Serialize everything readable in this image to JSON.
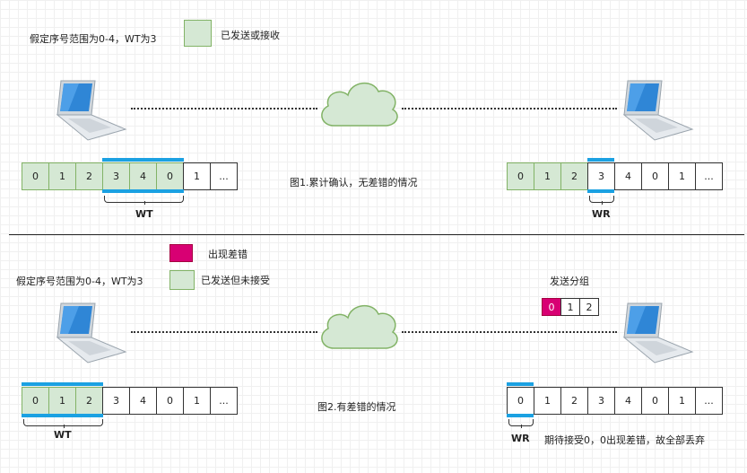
{
  "top": {
    "range_text": "假定序号范围为0-4，WT为3",
    "legend_label": "已发送或接收",
    "caption": "图1.累计确认，无差错的情况",
    "sender_cells": [
      "0",
      "1",
      "2",
      "3",
      "4",
      "0",
      "1",
      "..."
    ],
    "receiver_cells": [
      "0",
      "1",
      "2",
      "3",
      "4",
      "0",
      "1",
      "..."
    ],
    "wt_label": "WT",
    "wr_label": "WR"
  },
  "bottom": {
    "error_legend": "出现差错",
    "range_text": "假定序号范围为0-4，WT为3",
    "legend_label": "已发送但未接受",
    "caption": "图2.有差错的情况",
    "sent_group_label": "发送分组",
    "group_cells": [
      "0",
      "1",
      "2"
    ],
    "sender_cells": [
      "0",
      "1",
      "2",
      "3",
      "4",
      "0",
      "1",
      "..."
    ],
    "receiver_cells": [
      "0",
      "1",
      "2",
      "3",
      "4",
      "0",
      "1",
      "..."
    ],
    "wt_label": "WT",
    "wr_label": "WR",
    "note": "期待接受0，0出现差错，故全部丢弃"
  },
  "colors": {
    "sent_green": "#d5e8d4",
    "error_magenta": "#d80073",
    "window_blue": "#1ba1e2"
  }
}
